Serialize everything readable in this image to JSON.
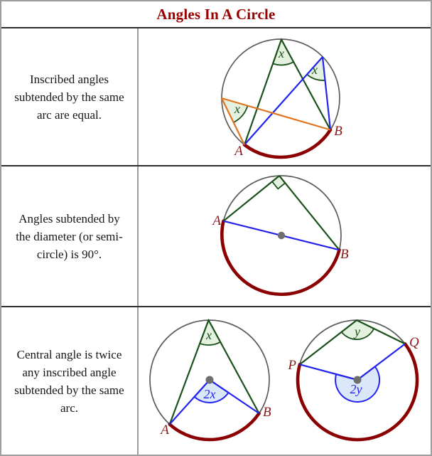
{
  "title": "Angles In A Circle",
  "colors": {
    "title_red": "#990000",
    "label_red": "#8b1a1a",
    "arc_red": "#8b0000",
    "green_line": "#1a511a",
    "green_fill": "#e4f1de",
    "blue_line": "#2323ee",
    "blue_fill": "#dbe8f9",
    "orange_line": "#e0751f",
    "circle_gray": "#5c5c5c",
    "dot_gray": "#6e6e6e",
    "border_dark": "#2e2e2e",
    "border_gray": "#9e9e9e"
  },
  "rows": [
    {
      "description": [
        "Inscribed angles",
        "subtended by the same",
        "arc are equal."
      ],
      "diagram": {
        "points": {
          "a": "A",
          "b": "B"
        },
        "angles": {
          "top": "x",
          "right": "x",
          "left": "x"
        }
      }
    },
    {
      "description": [
        "Angles subtended by",
        "the diameter (or semi-",
        "circle) is 90°."
      ],
      "diagram": {
        "points": {
          "a": "A",
          "b": "B"
        }
      }
    },
    {
      "description": [
        "Central angle is twice",
        "any inscribed angle",
        "subtended by the same",
        "arc."
      ],
      "diagrams": {
        "left": {
          "points": {
            "a": "A",
            "b": "B"
          },
          "angles": {
            "inscribed": "x",
            "central": "2x"
          }
        },
        "right": {
          "points": {
            "p": "P",
            "q": "Q"
          },
          "angles": {
            "inscribed": "y",
            "central": "2y"
          }
        }
      }
    }
  ]
}
